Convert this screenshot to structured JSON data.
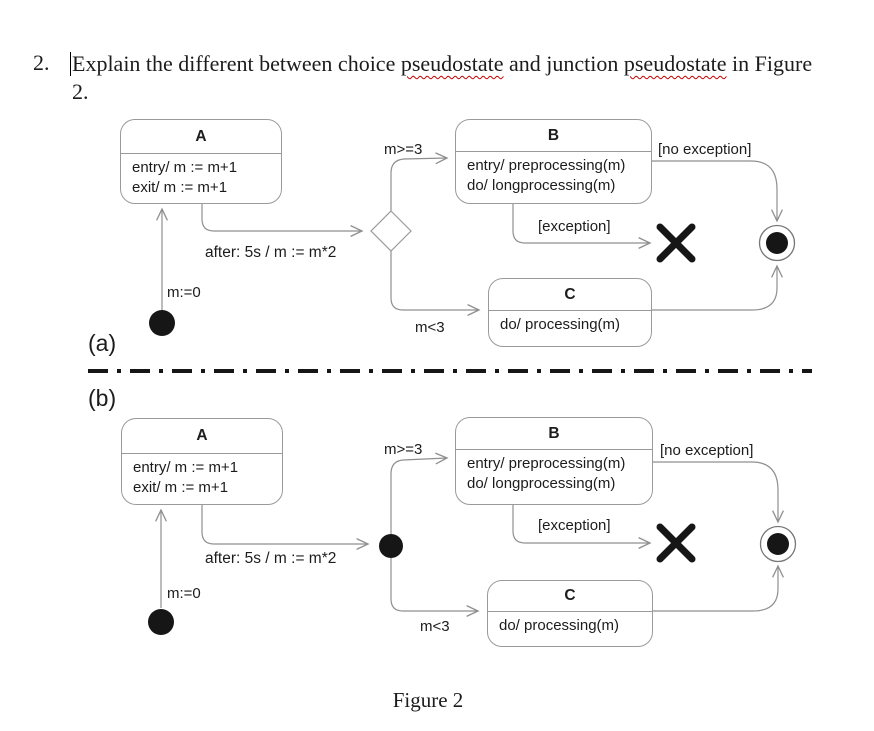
{
  "question": {
    "number": "2.",
    "line1": {
      "part1": "Explain the different between choice ",
      "misspelled1": "pseudostate",
      "part2": " and junction ",
      "misspelled2": "pseudostate",
      "part3": " in Figure"
    },
    "line2": "2."
  },
  "figure": {
    "caption": "Figure 2",
    "colors": {
      "connector_line": "#8f8f8f",
      "state_border": "#9a9a9a",
      "text": "#1c1c1c",
      "shape_fill": "#161616",
      "spellcheck_squiggle": "#c00000"
    },
    "diagram_a": {
      "label": "(a)",
      "pseudostate_type": "choice",
      "states": {
        "a": {
          "title": "A",
          "line1": "entry/ m := m+1",
          "line2": "exit/ m := m+1"
        },
        "b": {
          "title": "B",
          "line1": "entry/ preprocessing(m)",
          "line2": "do/ longprocessing(m)"
        },
        "c": {
          "title": "C",
          "line1": "do/ processing(m)"
        }
      },
      "labels": {
        "initial_action": "m:=0",
        "after_trigger": "after: 5s / m := m*2",
        "guard_b": "m>=3",
        "guard_c": "m<3",
        "guard_no_exception": "[no exception]",
        "guard_exception": "[exception]"
      }
    },
    "diagram_b": {
      "label": "(b)",
      "pseudostate_type": "junction",
      "states": {
        "a": {
          "title": "A",
          "line1": "entry/ m := m+1",
          "line2": "exit/ m := m+1"
        },
        "b": {
          "title": "B",
          "line1": "entry/ preprocessing(m)",
          "line2": "do/ longprocessing(m)"
        },
        "c": {
          "title": "C",
          "line1": "do/ processing(m)"
        }
      },
      "labels": {
        "initial_action": "m:=0",
        "after_trigger": "after: 5s / m := m*2",
        "guard_b": "m>=3",
        "guard_c": "m<3",
        "guard_no_exception": "[no exception]",
        "guard_exception": "[exception]"
      }
    }
  }
}
